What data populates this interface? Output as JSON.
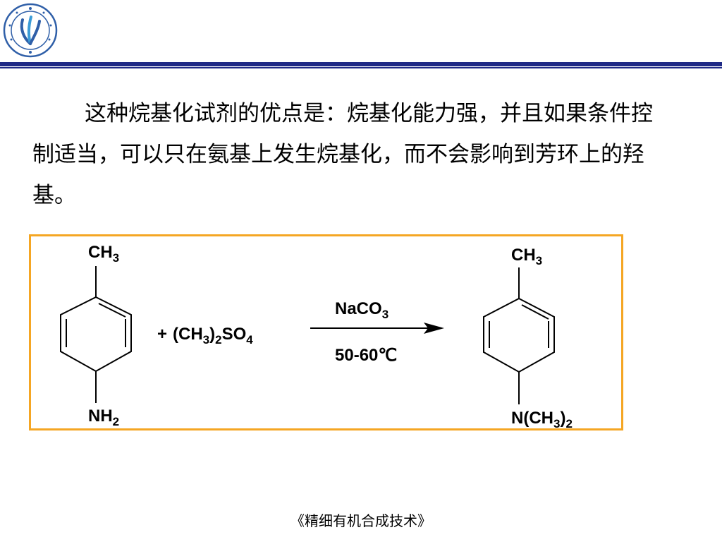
{
  "header": {
    "logo_icon": "university-seal-icon",
    "accent_color": "#1f2a86",
    "seal_color": "#2f5fa8"
  },
  "paragraph": {
    "text": "这种烷基化试剂的优点是：烷基化能力强，并且如果条件控制适当，可以只在氨基上发生烷基化，而不会影响到芳环上的羟基。"
  },
  "reaction": {
    "border_color": "#f5a623",
    "reactant": {
      "top_group": "CH",
      "top_sub": "3",
      "bottom_group": "NH",
      "bottom_sub": "2"
    },
    "reagent": {
      "plus": "+",
      "p1": "(CH",
      "s1": "3",
      "p2": ")",
      "s2": "2",
      "p3": "SO",
      "s3": "4"
    },
    "condition_above": {
      "p1": "NaCO",
      "s1": "3"
    },
    "condition_below": "50-60℃",
    "product": {
      "top_group": "CH",
      "top_sub": "3",
      "b1": "N(CH",
      "bs1": "3",
      "b2": ")",
      "bs2": "2"
    }
  },
  "footer": {
    "title": "《精细有机合成技术》"
  }
}
